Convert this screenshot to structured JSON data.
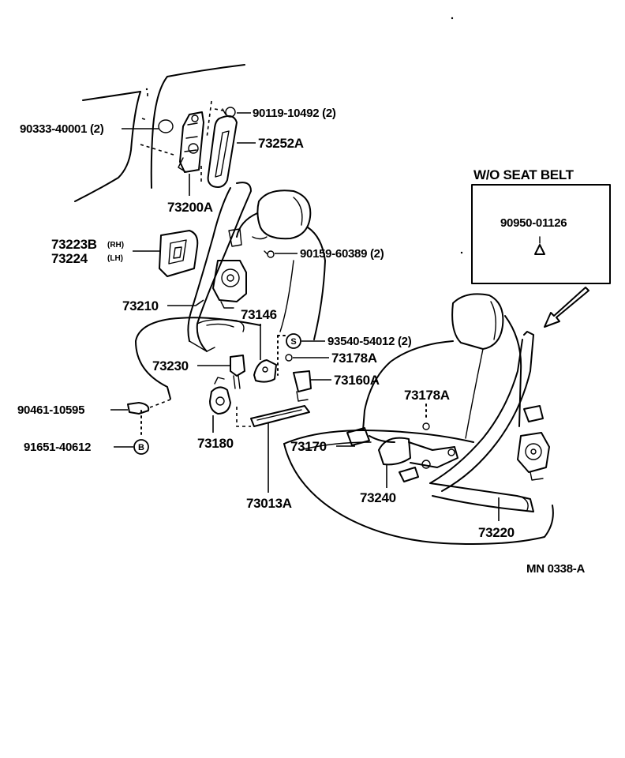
{
  "labels": {
    "p90119": "90119-10492 (2)",
    "p90333": "90333-40001 (2)",
    "p73252a": "73252A",
    "p73200a": "73200A",
    "p73223b": "73223B",
    "rh": "(RH)",
    "p73224": "73224",
    "lh": "(LH)",
    "p90159": "90159-60389 (2)",
    "p73210": "73210",
    "p73146": "73146",
    "p93540": "93540-54012 (2)",
    "p73178a_1": "73178A",
    "p73230": "73230",
    "p73160a": "73160A",
    "p73178a_2": "73178A",
    "p90461": "90461-10595",
    "p73180": "73180",
    "p73170": "73170",
    "p91651": "91651-40612",
    "p73240": "73240",
    "p73013a": "73013A",
    "p73220": "73220"
  },
  "markers": {
    "s": "S",
    "b": "B"
  },
  "inset": {
    "title": "W/O SEAT  BELT",
    "part": "90950-01126"
  },
  "diagram_code": "MN 0338-A"
}
